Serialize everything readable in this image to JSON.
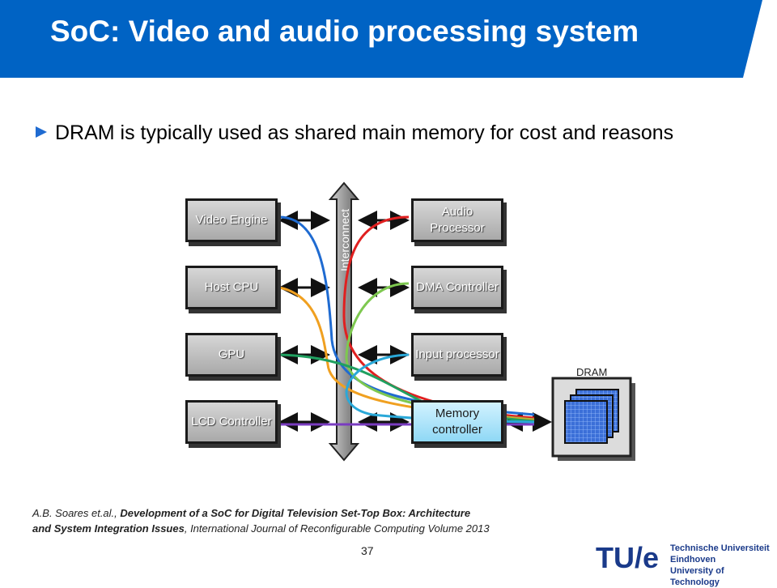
{
  "header": {
    "title": "SoC: Video and audio processing system",
    "color": "#0063c4"
  },
  "bullet": {
    "text": "DRAM is typically used as shared main memory for cost and reasons"
  },
  "diagram": {
    "interconnect_label": "Interconnect",
    "left_blocks": [
      "Video Engine",
      "Host CPU",
      "GPU",
      "LCD Controller"
    ],
    "right_blocks": [
      "Audio Processor",
      "DMA Controller",
      "Input processor",
      "Memory controller"
    ],
    "dram_label": "DRAM",
    "connection_colors": {
      "video": "#1f6bd1",
      "audio": "#e02020",
      "dma": "#7ec850",
      "cpu": "#f0a020",
      "gpu": "#20a060",
      "input": "#2aa8d8",
      "lcd": "#7a3cc0"
    }
  },
  "citation": {
    "authors": "A.B. Soares et.al., ",
    "title_line1": "Development of a SoC for Digital Television Set-Top Box: Architecture",
    "title_line2": "and System Integration Issues",
    "journal": ", International Journal of Reconfigurable Computing Volume 2013"
  },
  "page_number": "37",
  "logo": {
    "mark": "TU/e",
    "line1": "Technische Universiteit",
    "line2": "Eindhoven",
    "line3": "University of Technology"
  }
}
